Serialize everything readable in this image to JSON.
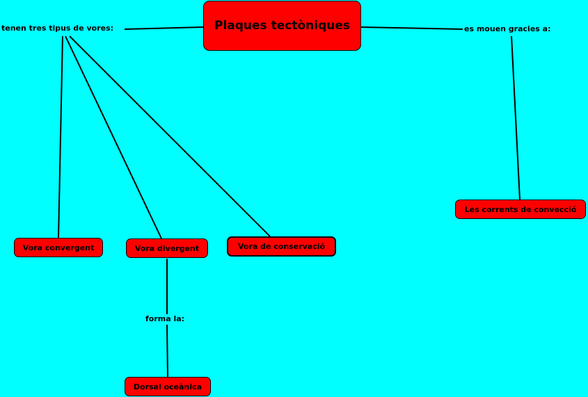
{
  "colors": {
    "background": "#00ffff",
    "node_fill": "#ff0000",
    "line": "#000000"
  },
  "concepts": {
    "main": "Plaques tectòniques",
    "convergent": "Vora convergent",
    "divergent": "Vora divergent",
    "conservacio": "Vora de conservació",
    "convection": "Les corrents de convecció",
    "dorsal": "Dorsal oceànica"
  },
  "linking_phrases": {
    "types": "tenen tres tipus de vores:",
    "moves": "es mouen gracies a:",
    "forms": "forma la:"
  }
}
